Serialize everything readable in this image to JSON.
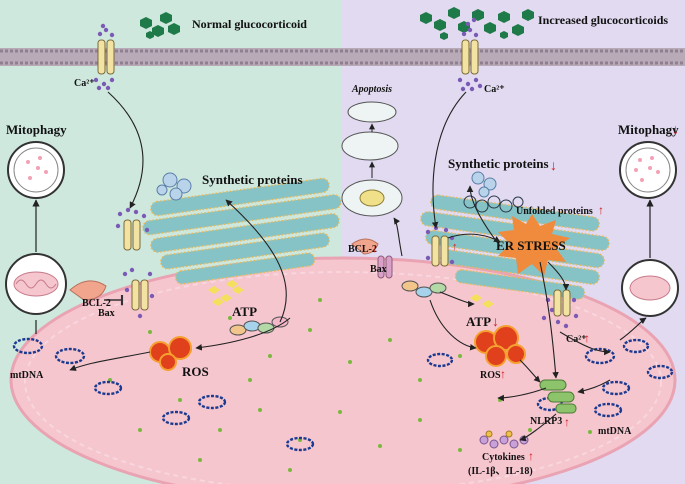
{
  "left": {
    "header": "Normal glucocorticoid",
    "ca": "Ca²⁺",
    "mitophagy": "Mitophagy",
    "synthetic_proteins": "Synthetic proteins",
    "bcl2": "BCL-2",
    "bax": "Bax",
    "atp": "ATP",
    "ros": "ROS",
    "mtdna": "mtDNA"
  },
  "right": {
    "header": "Increased glucocorticoids",
    "ca": "Ca²⁺",
    "apoptosis": "Apoptosis",
    "synthetic_proteins": "Synthetic proteins",
    "unfolded_proteins": "Unfolded proteins",
    "er_stress": "ER STRESS",
    "mitophagy": "Mitophagy",
    "bcl2": "BCL-2",
    "bax": "Bax",
    "atp": "ATP",
    "ca_mito": "Ca²⁺",
    "ros": "ROS",
    "nlrp3": "NLRP3",
    "mtdna": "mtDNA",
    "cytokines": "Cytokines",
    "cytokine_list": "(IL-1β、IL-18)"
  },
  "arrow_symbols": {
    "up": "↑",
    "down": "↓"
  },
  "colors": {
    "left_bg": "#cfe8de",
    "right_bg": "#e1daf0",
    "membrane": "#b9aab8",
    "mitochondrion": "#f6c6cf",
    "er": "#86c3c6",
    "ros": "#e0401c",
    "er_stress": "#f08a3c",
    "glucocorticoid": "#1f7a49",
    "calcium": "#7a5ab5",
    "nlrp3": "#8cc36b",
    "increase": "#d21b1b"
  }
}
